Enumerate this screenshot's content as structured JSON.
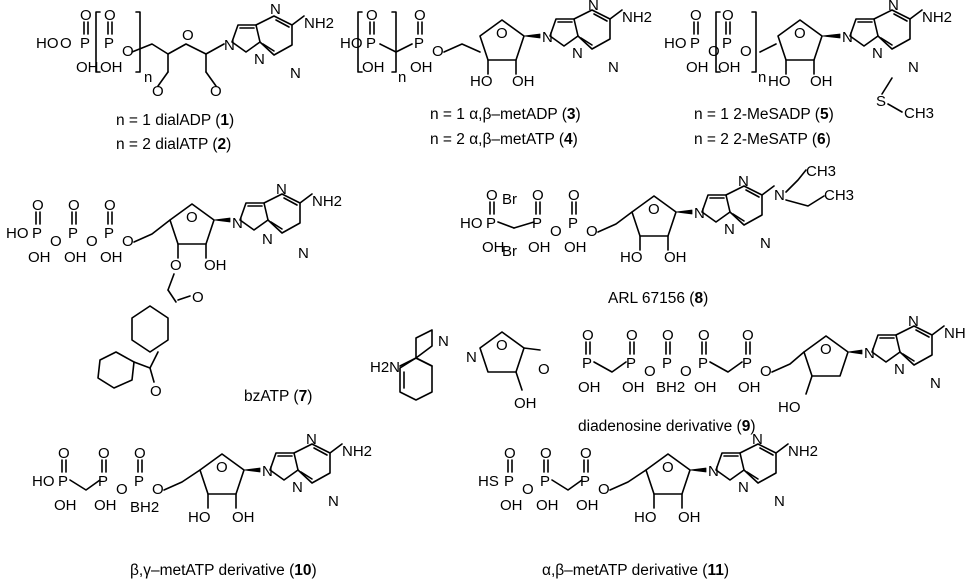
{
  "atoms": {
    "P": "P",
    "O": "O",
    "N": "N",
    "OH": "OH",
    "HO": "HO",
    "NH2": "NH2",
    "H2N": "H2N",
    "n": "n",
    "S": "S",
    "CH3": "CH3",
    "Br": "Br",
    "BH2": "BH2",
    "HS": "HS"
  },
  "captions": {
    "c1": {
      "pre": "n = 1  dialADP (",
      "num": "1",
      "post": ")"
    },
    "c2": {
      "pre": "n = 2  dialATP (",
      "num": "2",
      "post": ")"
    },
    "c3": {
      "pre": "n = 1  α,β–metADP (",
      "num": "3",
      "post": ")"
    },
    "c4": {
      "pre": "n = 2  α,β–metATP (",
      "num": "4",
      "post": ")"
    },
    "c5": {
      "pre": "n = 1  2-MeSADP (",
      "num": "5",
      "post": ")"
    },
    "c6": {
      "pre": "n = 2  2-MeSATP (",
      "num": "6",
      "post": ")"
    },
    "c7": {
      "pre": "bzATP (",
      "num": "7",
      "post": ")"
    },
    "c8": {
      "pre": "ARL 67156 (",
      "num": "8",
      "post": ")"
    },
    "c9": {
      "pre": "diadenosine derivative (",
      "num": "9",
      "post": ")"
    },
    "c10": {
      "pre": "β,γ–metATP derivative (",
      "num": "10",
      "post": ")"
    },
    "c11": {
      "pre": "α,β–metATP derivative (",
      "num": "11",
      "post": ")"
    }
  }
}
